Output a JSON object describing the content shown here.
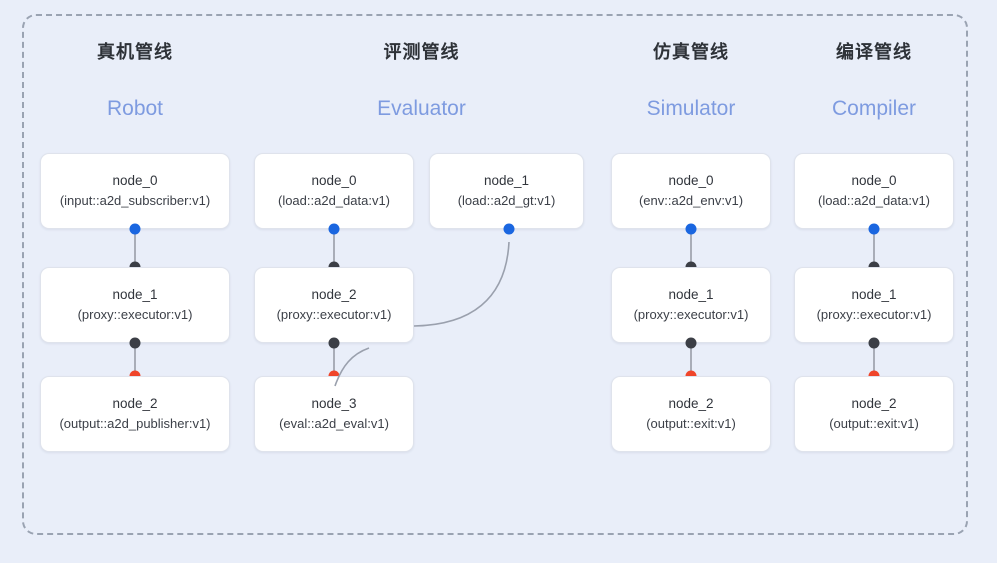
{
  "diagram": {
    "background_color": "#e9eef9",
    "frame_style": "dashed",
    "frame_color": "#9aa3b2",
    "port_colors": {
      "input": "#1a66e0",
      "middle": "#3c3f46",
      "output": "#f0452a"
    }
  },
  "columns": [
    {
      "title_cn": "真机管线",
      "title_en": "Robot",
      "nodes": [
        {
          "name": "node_0",
          "kind": "(input::a2d_subscriber:v1)"
        },
        {
          "name": "node_1",
          "kind": "(proxy::executor:v1)"
        },
        {
          "name": "node_2",
          "kind": "(output::a2d_publisher:v1)"
        }
      ]
    },
    {
      "title_cn": "评测管线",
      "title_en": "Evaluator",
      "nodes": [
        {
          "name": "node_0",
          "kind": "(load::a2d_data:v1)"
        },
        {
          "name": "node_2",
          "kind": "(proxy::executor:v1)"
        },
        {
          "name": "node_3",
          "kind": "(eval::a2d_eval:v1)"
        }
      ],
      "side_node": {
        "name": "node_1",
        "kind": "(load::a2d_gt:v1)"
      }
    },
    {
      "title_cn": "仿真管线",
      "title_en": "Simulator",
      "nodes": [
        {
          "name": "node_0",
          "kind": "(env::a2d_env:v1)"
        },
        {
          "name": "node_1",
          "kind": "(proxy::executor:v1)"
        },
        {
          "name": "node_2",
          "kind": "(output::exit:v1)"
        }
      ]
    },
    {
      "title_cn": "编译管线",
      "title_en": "Compiler",
      "nodes": [
        {
          "name": "node_0",
          "kind": "(load::a2d_data:v1)"
        },
        {
          "name": "node_1",
          "kind": "(proxy::executor:v1)"
        },
        {
          "name": "node_2",
          "kind": "(output::exit:v1)"
        }
      ]
    }
  ]
}
